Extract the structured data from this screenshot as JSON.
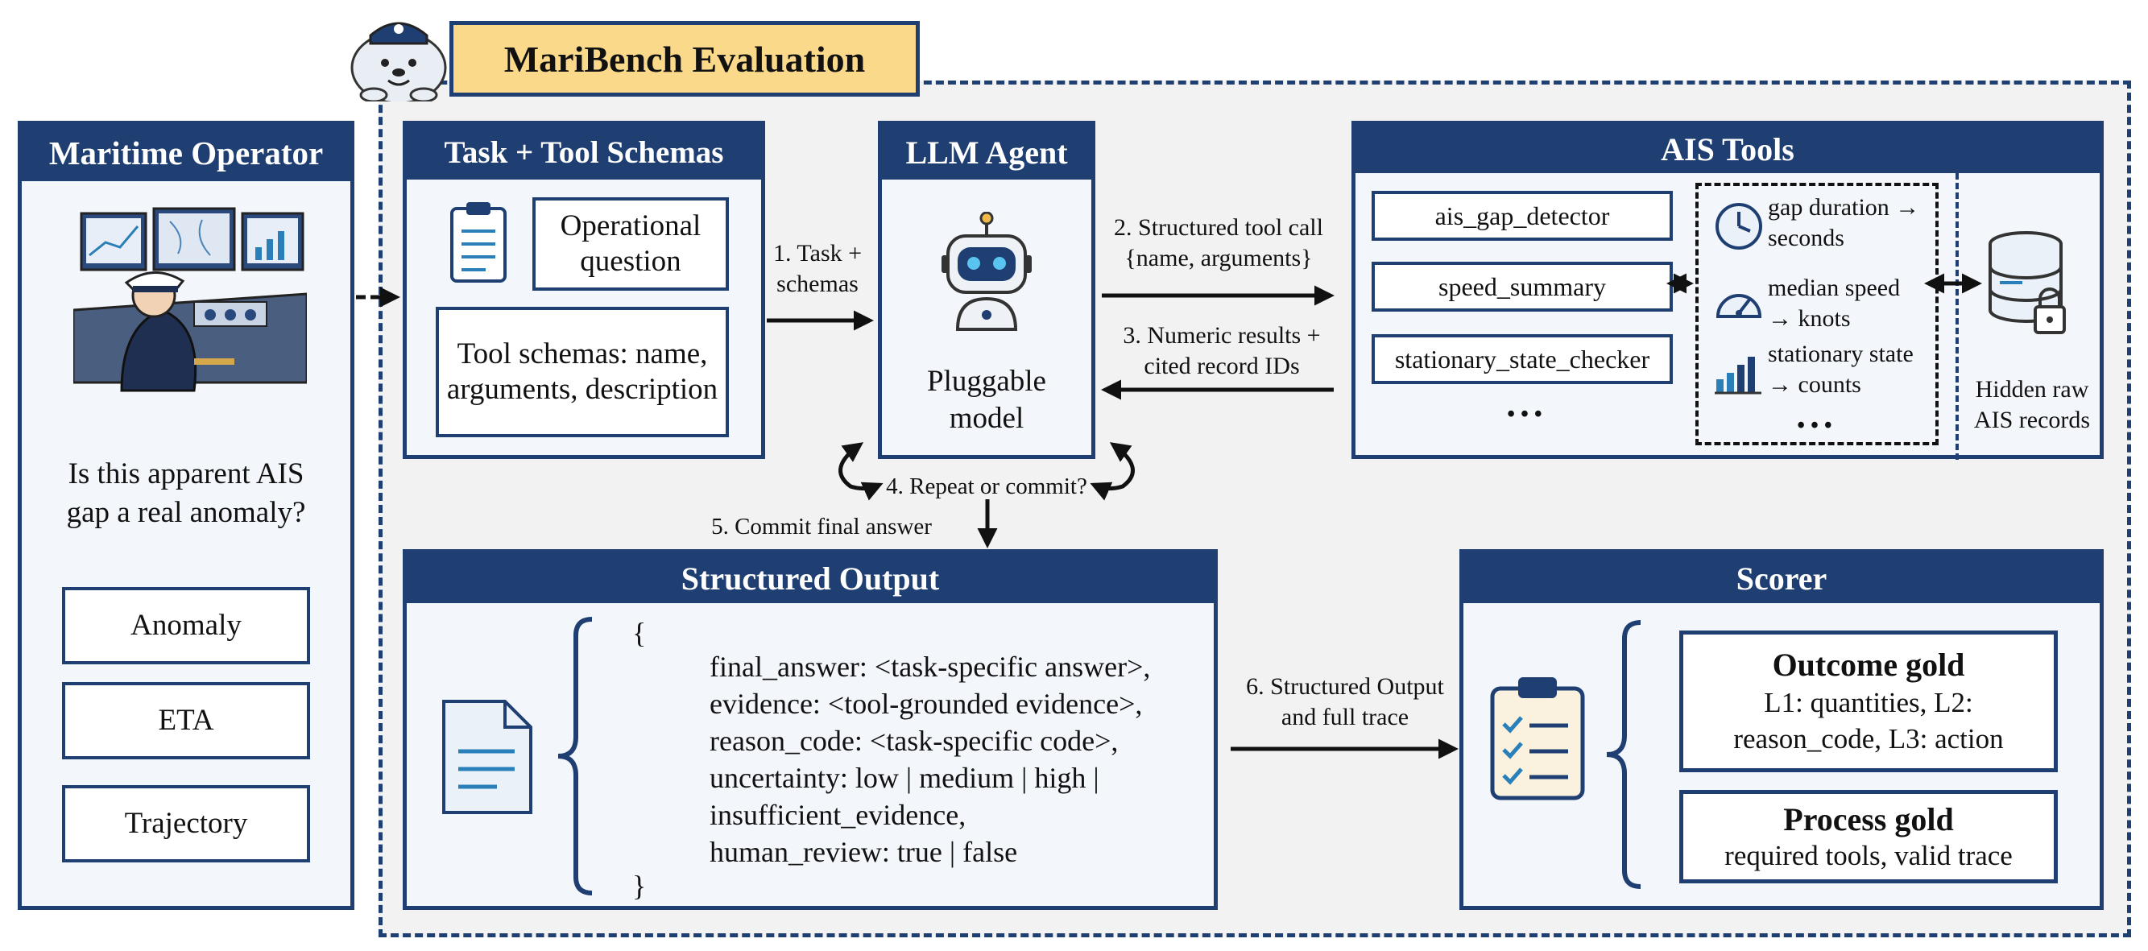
{
  "colors": {
    "navy": "#1f3f72",
    "panel_bg": "#f3f6fb",
    "dashed_region": "#f2f2f2"
  },
  "title": "MariBench Evaluation",
  "operator": {
    "title": "Maritime Operator",
    "question": "Is this apparent AIS gap a real anomaly?",
    "tasks": [
      "Anomaly",
      "ETA",
      "Trajectory"
    ]
  },
  "task_schemas": {
    "title": "Task + Tool Schemas",
    "question_box": "Operational question",
    "schemas_box": "Tool schemas: name, arguments, description"
  },
  "agent": {
    "title": "LLM Agent",
    "model": "Pluggable model"
  },
  "ais_tools": {
    "title": "AIS Tools",
    "tools": [
      "ais_gap_detector",
      "speed_summary",
      "stationary_state_checker"
    ],
    "tools_more": "• • •",
    "outputs": [
      {
        "icon": "clock-icon",
        "text": "gap duration → seconds"
      },
      {
        "icon": "gauge-icon",
        "text": "median speed → knots"
      },
      {
        "icon": "bar-chart-icon",
        "text": "stationary state → counts"
      }
    ],
    "outputs_more": "• • •",
    "records": "Hidden raw AIS records"
  },
  "edges": {
    "task_to_agent": "1. Task + schemas",
    "call": "2. Structured tool call {name, arguments}",
    "results": "3. Numeric results + cited record IDs",
    "repeat": "4. Repeat or commit?",
    "commit": "5. Commit final answer",
    "to_scorer": "6. Structured Output and full trace"
  },
  "structured_output": {
    "title": "Structured Output",
    "open": "{",
    "lines": [
      "final_answer: <task-specific answer>,",
      "evidence: <tool-grounded evidence>,",
      "reason_code: <task-specific code>,",
      "uncertainty: low | medium | high |",
      "insufficient_evidence,",
      "human_review: true | false"
    ],
    "close": "}"
  },
  "scorer": {
    "title": "Scorer",
    "outcome_title": "Outcome gold",
    "outcome_text": "L1: quantities, L2: reason_code, L3: action",
    "process_title": "Process gold",
    "process_text": "required tools, valid trace"
  }
}
